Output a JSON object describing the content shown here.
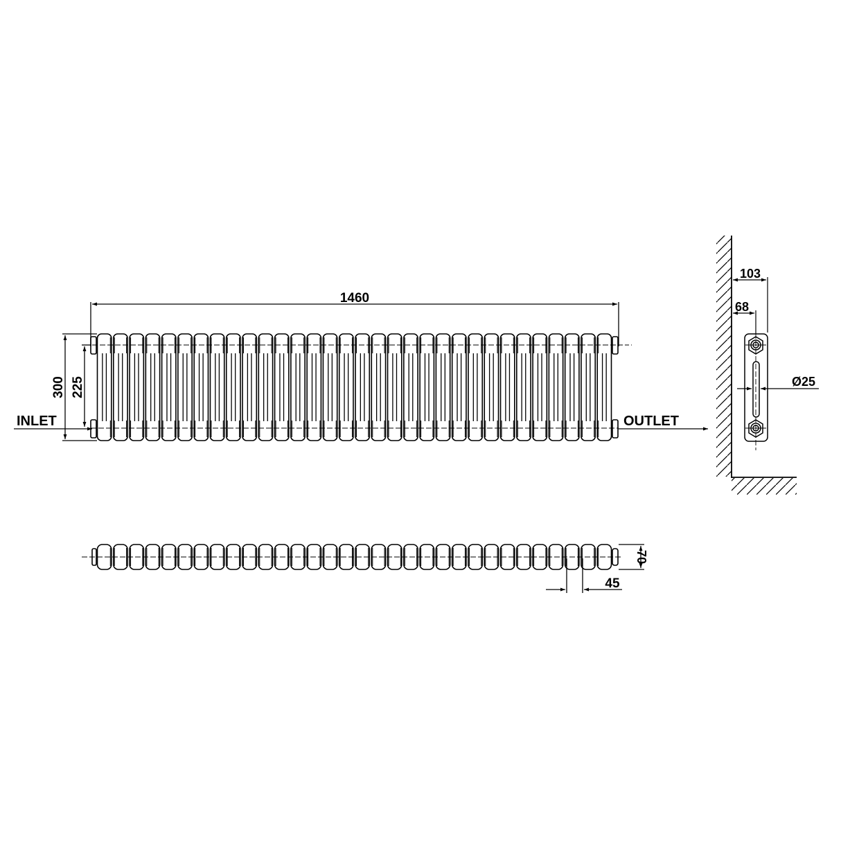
{
  "drawing": {
    "section_count": 32,
    "line_color": "#000000",
    "background": "#ffffff",
    "labels": {
      "inlet": "INLET",
      "outlet": "OUTLET"
    },
    "dimensions": {
      "width": "1460",
      "height": "300",
      "pipe_centres": "225",
      "depth_total": "103",
      "depth_to_centre": "68",
      "pipe_diameter": "Ø25",
      "section_depth": "70",
      "section_pitch": "45"
    }
  }
}
